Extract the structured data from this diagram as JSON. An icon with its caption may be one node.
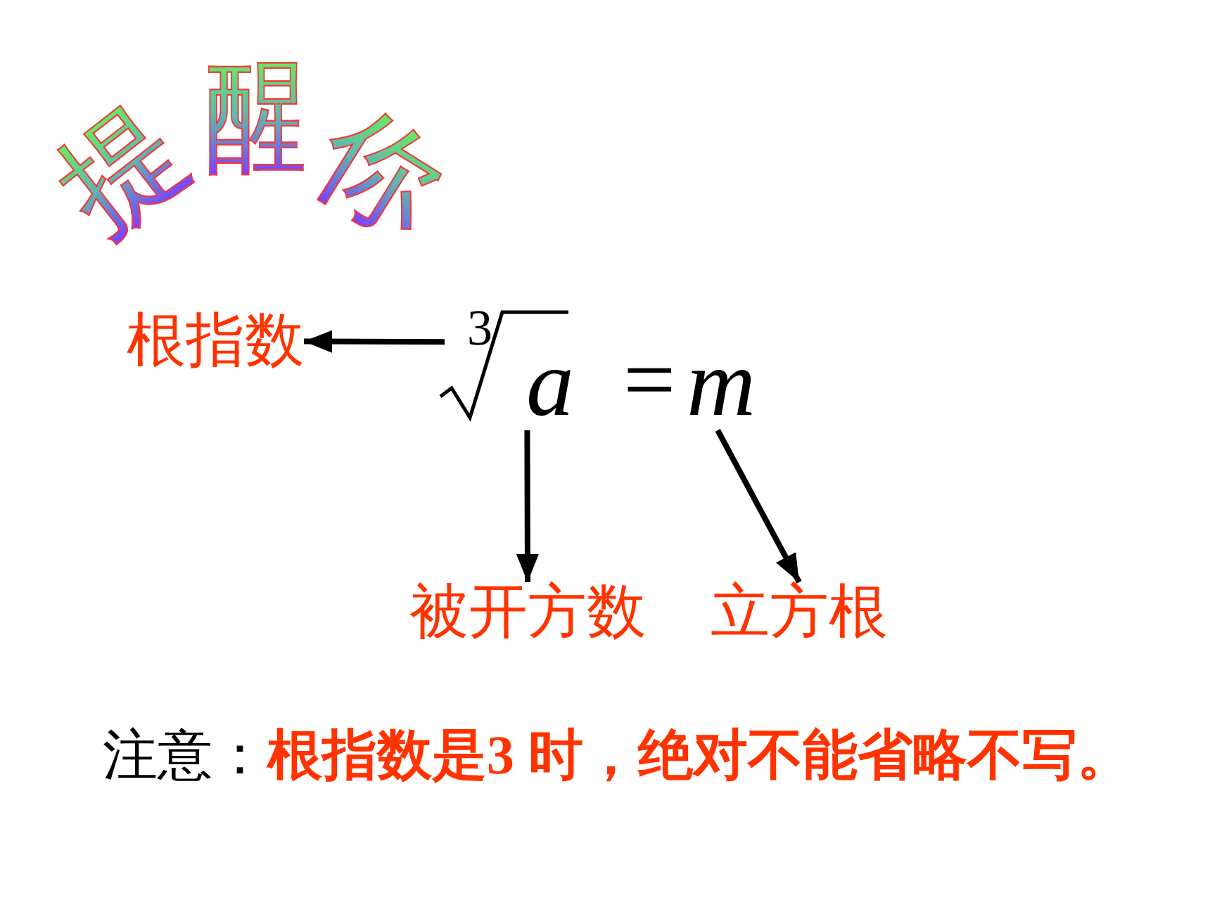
{
  "diagram": {
    "title": "提醒你",
    "nodes": [
      {
        "text": [
          "3"
        ]
      },
      {
        "text": [
          "a"
        ]
      },
      {
        "text": [
          "m"
        ]
      },
      {
        "text": [
          "根指数"
        ]
      },
      {
        "text": [
          "被开方数"
        ]
      },
      {
        "text": [
          "立方根"
        ]
      }
    ],
    "edges": [
      {
        "from": 0,
        "to": 3,
        "arrow": "to"
      },
      {
        "from": 1,
        "to": 4,
        "arrow": "to"
      },
      {
        "from": 2,
        "to": 5,
        "arrow": "to"
      }
    ],
    "labels": [
      "=",
      "注意：**根指数是3 时，绝对不能省略不写。**"
    ]
  }
}
